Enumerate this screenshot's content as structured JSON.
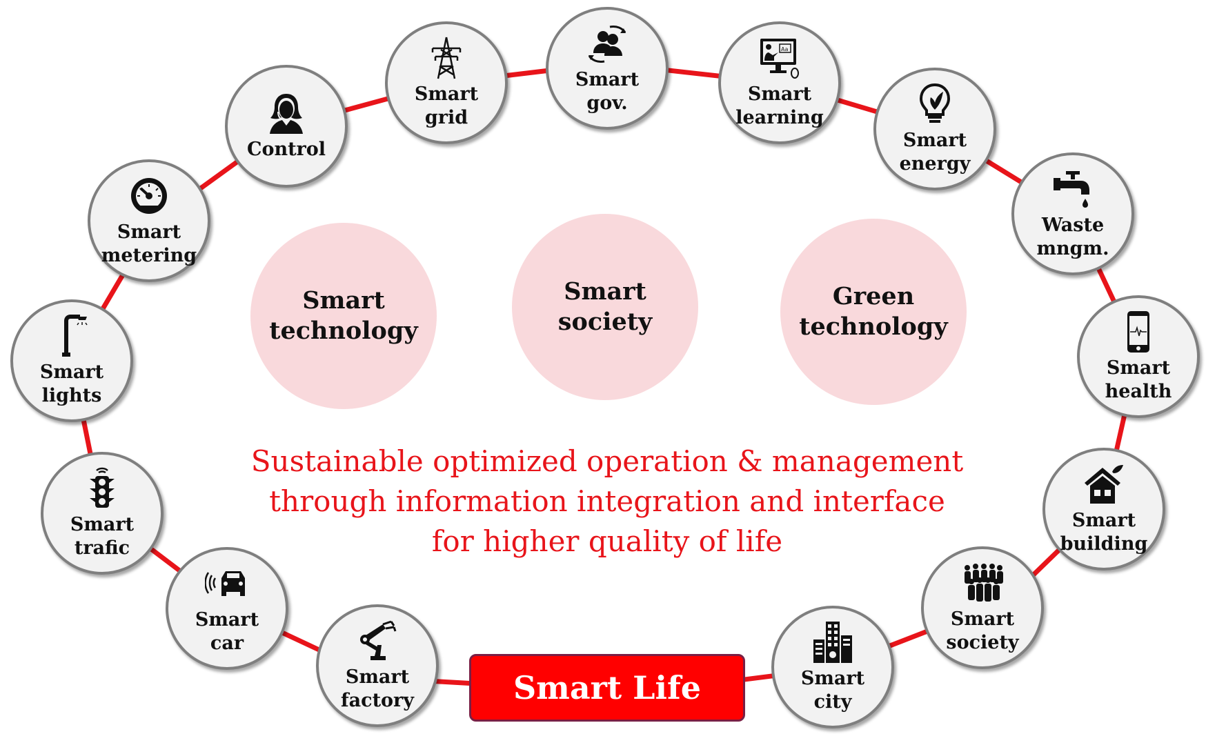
{
  "ring_color": "#e8141a",
  "nodes": [
    {
      "icon": "person-headset-icon",
      "label": "Control"
    },
    {
      "icon": "power-tower-icon",
      "label": "Smart\ngrid"
    },
    {
      "icon": "people-cycle-icon",
      "label": "Smart\ngov."
    },
    {
      "icon": "computer-teacher-icon",
      "label": "Smart\nlearning"
    },
    {
      "icon": "eco-bulb-icon",
      "label": "Smart\nenergy"
    },
    {
      "icon": "water-tap-icon",
      "label": "Waste\nmngm."
    },
    {
      "icon": "smartphone-heartbeat-icon",
      "label": "Smart\nhealth"
    },
    {
      "icon": "eco-house-icon",
      "label": "Smart\nbuilding"
    },
    {
      "icon": "crowd-icon",
      "label": "Smart\nsociety"
    },
    {
      "icon": "city-buildings-icon",
      "label": "Smart\ncity"
    },
    {
      "icon": "robot-arm-icon",
      "label": "Smart\nfactory"
    },
    {
      "icon": "connected-car-icon",
      "label": "Smart\ncar"
    },
    {
      "icon": "traffic-light-icon",
      "label": "Smart\ntrafic"
    },
    {
      "icon": "street-lamp-icon",
      "label": "Smart\nlights"
    },
    {
      "icon": "gauge-meter-icon",
      "label": "Smart\nmetering"
    }
  ],
  "hubs": [
    {
      "label": "Smart\ntechnology"
    },
    {
      "label": "Smart\nsociety"
    },
    {
      "label": "Green\ntechnology"
    }
  ],
  "tagline": [
    "Sustainable optimized operation & management",
    "through information integration and interface",
    "for higher quality of life"
  ],
  "center_button": "Smart Life"
}
